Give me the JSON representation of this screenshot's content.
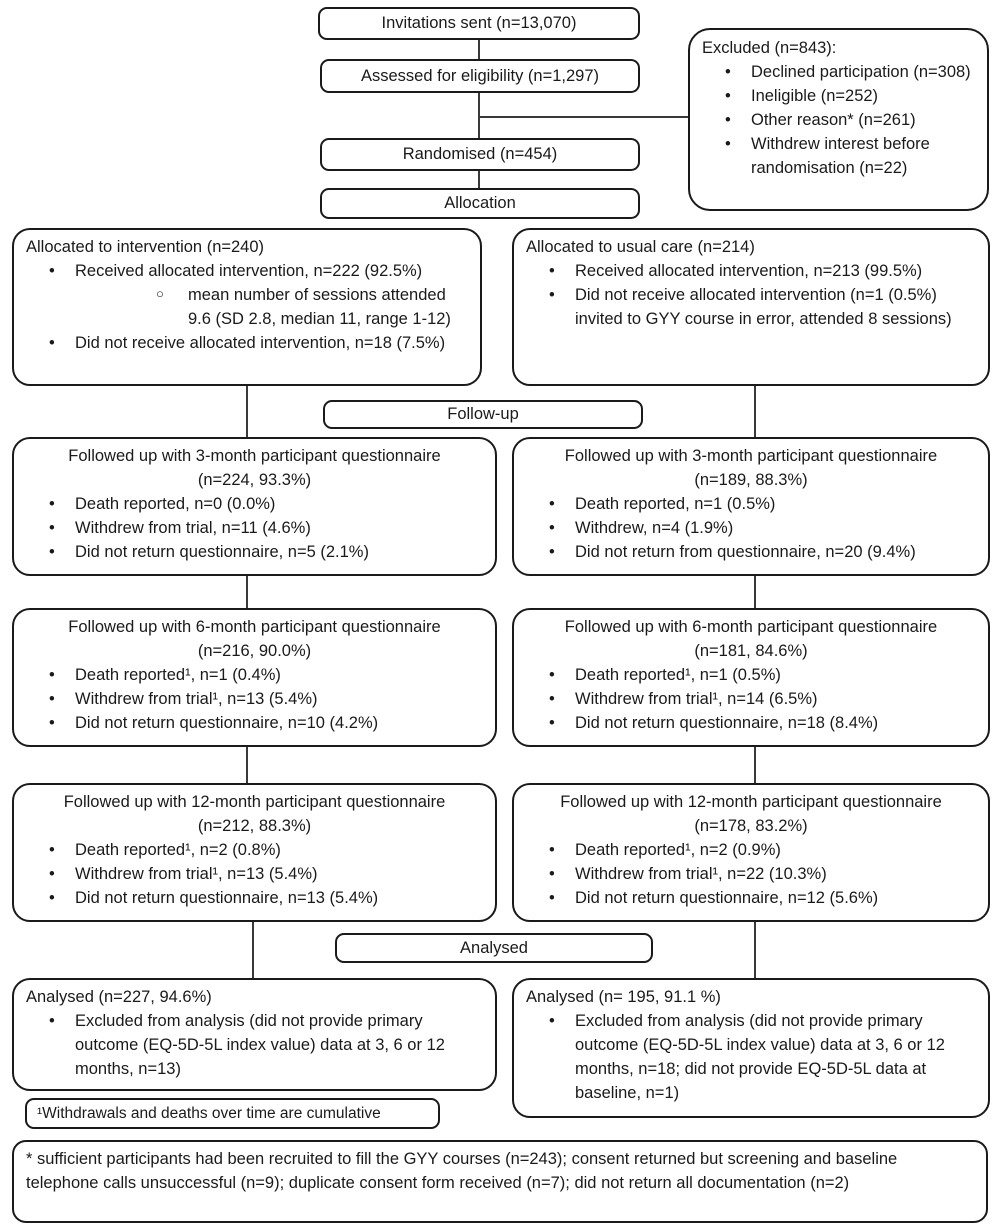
{
  "colors": {
    "border": "#1a1a1a",
    "text": "#1a1a1a",
    "background": "#ffffff",
    "connector": "#3a3a3a"
  },
  "flow": {
    "invitations": "Invitations sent (n=13,070)",
    "assessed": "Assessed for eligibility (n=1,297)",
    "excluded": {
      "title": "Excluded (n=843):",
      "bullets": [
        "Declined participation (n=308)",
        "Ineligible (n=252)",
        "Other reason* (n=261)",
        "Withdrew interest before randomisation (n=22)"
      ]
    },
    "randomised": "Randomised (n=454)",
    "allocation_label": "Allocation",
    "alloc_intervention": {
      "title": "Allocated to intervention (n=240)",
      "bullet1": "Received allocated intervention, n=222 (92.5%)",
      "sub_bullet": "mean number of sessions attended 9.6 (SD 2.8, median 11, range 1-12)",
      "bullet2": "Did not receive allocated intervention, n=18 (7.5%)"
    },
    "alloc_usual_care": {
      "title": "Allocated to usual care (n=214)",
      "bullets": [
        "Received allocated intervention, n=213 (99.5%)",
        "Did not receive allocated intervention (n=1 (0.5%) invited to GYY course in error, attended 8 sessions)"
      ]
    },
    "followup_label": "Follow-up",
    "fu3_intervention": {
      "title": "Followed up with 3-month participant questionnaire",
      "subtitle": "(n=224, 93.3%)",
      "bullets": [
        "Death reported, n=0 (0.0%)",
        "Withdrew from trial, n=11 (4.6%)",
        "Did not return questionnaire, n=5 (2.1%)"
      ]
    },
    "fu3_usual_care": {
      "title": "Followed up with 3-month participant questionnaire",
      "subtitle": "(n=189, 88.3%)",
      "bullets": [
        "Death reported, n=1 (0.5%)",
        "Withdrew, n=4 (1.9%)",
        "Did not return from questionnaire, n=20 (9.4%)"
      ]
    },
    "fu6_intervention": {
      "title": "Followed up with 6-month participant questionnaire",
      "subtitle": "(n=216, 90.0%)",
      "bullets": [
        "Death reported¹, n=1 (0.4%)",
        "Withdrew from trial¹, n=13 (5.4%)",
        "Did not return questionnaire, n=10 (4.2%)"
      ]
    },
    "fu6_usual_care": {
      "title": "Followed up with 6-month participant questionnaire",
      "subtitle": "(n=181, 84.6%)",
      "bullets": [
        "Death reported¹, n=1 (0.5%)",
        "Withdrew from trial¹, n=14 (6.5%)",
        "Did not return questionnaire, n=18 (8.4%)"
      ]
    },
    "fu12_intervention": {
      "title": "Followed up with 12-month participant questionnaire",
      "subtitle": "(n=212, 88.3%)",
      "bullets": [
        "Death reported¹, n=2 (0.8%)",
        "Withdrew from trial¹, n=13 (5.4%)",
        "Did not return questionnaire, n=13 (5.4%)"
      ]
    },
    "fu12_usual_care": {
      "title": "Followed up with 12-month participant questionnaire",
      "subtitle": "(n=178, 83.2%)",
      "bullets": [
        "Death reported¹, n=2 (0.9%)",
        "Withdrew from trial¹, n=22 (10.3%)",
        "Did not return questionnaire, n=12 (5.6%)"
      ]
    },
    "analysed_label": "Analysed",
    "analysed_intervention": {
      "title": "Analysed (n=227, 94.6%)",
      "bullets": [
        "Excluded from analysis (did not provide primary outcome (EQ-5D-5L index value) data at 3, 6 or 12 months, n=13)"
      ]
    },
    "analysed_usual_care": {
      "title": "Analysed (n= 195, 91.1 %)",
      "bullets": [
        "Excluded from analysis (did not provide primary outcome (EQ-5D-5L index value) data at 3, 6 or 12 months, n=18; did not provide EQ-5D-5L data at baseline, n=1)"
      ]
    },
    "footnote_cumulative": "¹Withdrawals and deaths over time are cumulative",
    "footnote_other_reason": "* sufficient participants had been recruited to fill the GYY courses (n=243); consent returned but screening and baseline telephone calls unsuccessful (n=9); duplicate consent form received (n=7); did not return all documentation (n=2)"
  }
}
